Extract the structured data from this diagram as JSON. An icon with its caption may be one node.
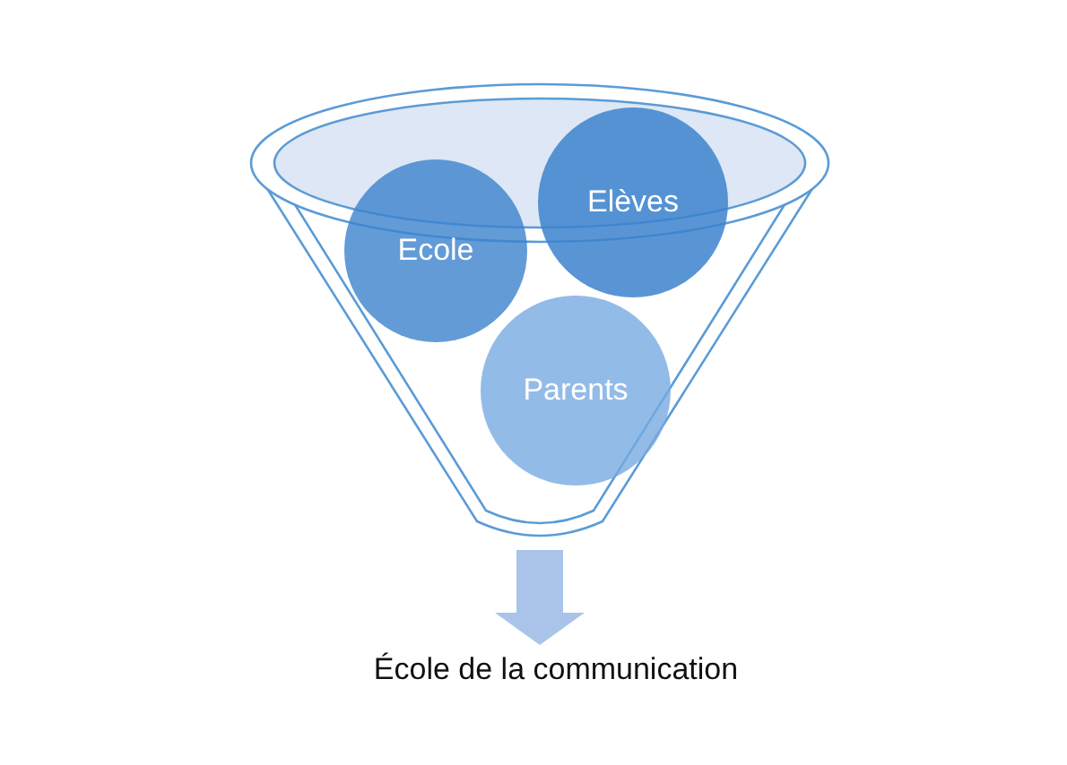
{
  "diagram": {
    "nodes": [
      {
        "text": [],
        "shape": "funnel"
      },
      {
        "text": [
          "Ecole"
        ],
        "in": 0
      },
      {
        "text": [
          "Elèves"
        ]
      },
      {
        "text": [
          "Parents"
        ],
        "in": 0
      },
      {
        "text": [
          "École de la communication"
        ]
      }
    ],
    "edges": [
      {
        "from": 0,
        "to": 4,
        "arrow": "to"
      }
    ]
  }
}
